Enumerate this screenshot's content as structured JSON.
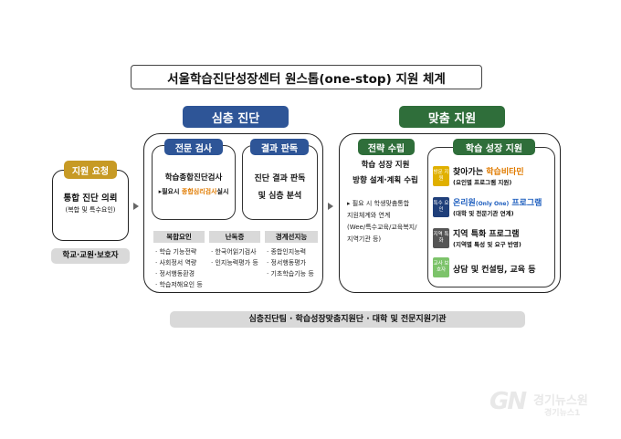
{
  "title": "서울학습진단성장센터 원스톱(one-stop) 지원 체계",
  "left": {
    "header": "지원 요청",
    "line1": "통합 진단 의뢰",
    "line2": "(복합 및 특수요인)",
    "footer": "학교·교원·보호자"
  },
  "diagnosis": {
    "header": "심층 진단",
    "expert": {
      "tab": "전문 검사",
      "line1": "학습종합진단검사",
      "line2_prefix": "▸필요시 ",
      "line2_highlight": "종합심리검사",
      "line2_suffix": "실시"
    },
    "result": {
      "tab": "결과 판독",
      "line1": "진단 결과 판독",
      "line2": "및 심층 분석"
    },
    "factors": [
      {
        "label": "복합요인",
        "items": [
          "학습 기능전략",
          "사회정서 역량",
          "정서행동환경",
          "학습저해요인 등"
        ]
      },
      {
        "label": "난독증",
        "items": [
          "한국어읽기검사",
          "인지능력평가 등"
        ]
      },
      {
        "label": "경계선지능",
        "items": [
          "종합인지능력",
          "정서행동평가",
          "기초학습기능 등"
        ]
      }
    ]
  },
  "support": {
    "header": "맞춤 지원",
    "strategy": {
      "tab": "전략 수립",
      "line1": "학습 성장 지원",
      "line2": "방향 설계·계획 수립",
      "detail1": "▸ 필요 시 학생맞춤통합",
      "detail2": "지원체계와 연계",
      "detail3": "(Wee/특수교육/교육복지/",
      "detail4": "지역기관 등)"
    },
    "growth": {
      "tab": "학습 성장 지원",
      "items": [
        {
          "tag": "방문 지원",
          "tag_color": "#e0b000",
          "title_a": "찾아가는 ",
          "title_b": "학습비타민",
          "sub": "(요인별 프로그램 지원)"
        },
        {
          "tag": "특수 요인",
          "tag_color": "#1f3f7a",
          "title_a": "온리원",
          "title_small": "(Only One)",
          "title_b": " 프로그램",
          "sub": "(대학 및 전문기관 연계)"
        },
        {
          "tag": "지역 특화",
          "tag_color": "#555555",
          "title_a": "지역 특화 프로그램",
          "sub": "(지역별 특성 및 요구 반영)"
        },
        {
          "tag": "교사 보호자",
          "tag_color": "#7cc36a",
          "title_a": "상담 및 컨설팅, 교육 등",
          "sub": ""
        }
      ]
    }
  },
  "bottom_bar": "심층진단팀 · 학습성장맞춤지원단 · 대학 및 전문지원기관",
  "watermark": {
    "line1": "경기뉴스원",
    "line2": "경기뉴스1"
  },
  "colors": {
    "blue": "#2e5597",
    "green": "#2f6e3a",
    "gold": "#c79a25",
    "highlight_orange": "#e07b00",
    "highlight_blue": "#1f5fbf"
  }
}
